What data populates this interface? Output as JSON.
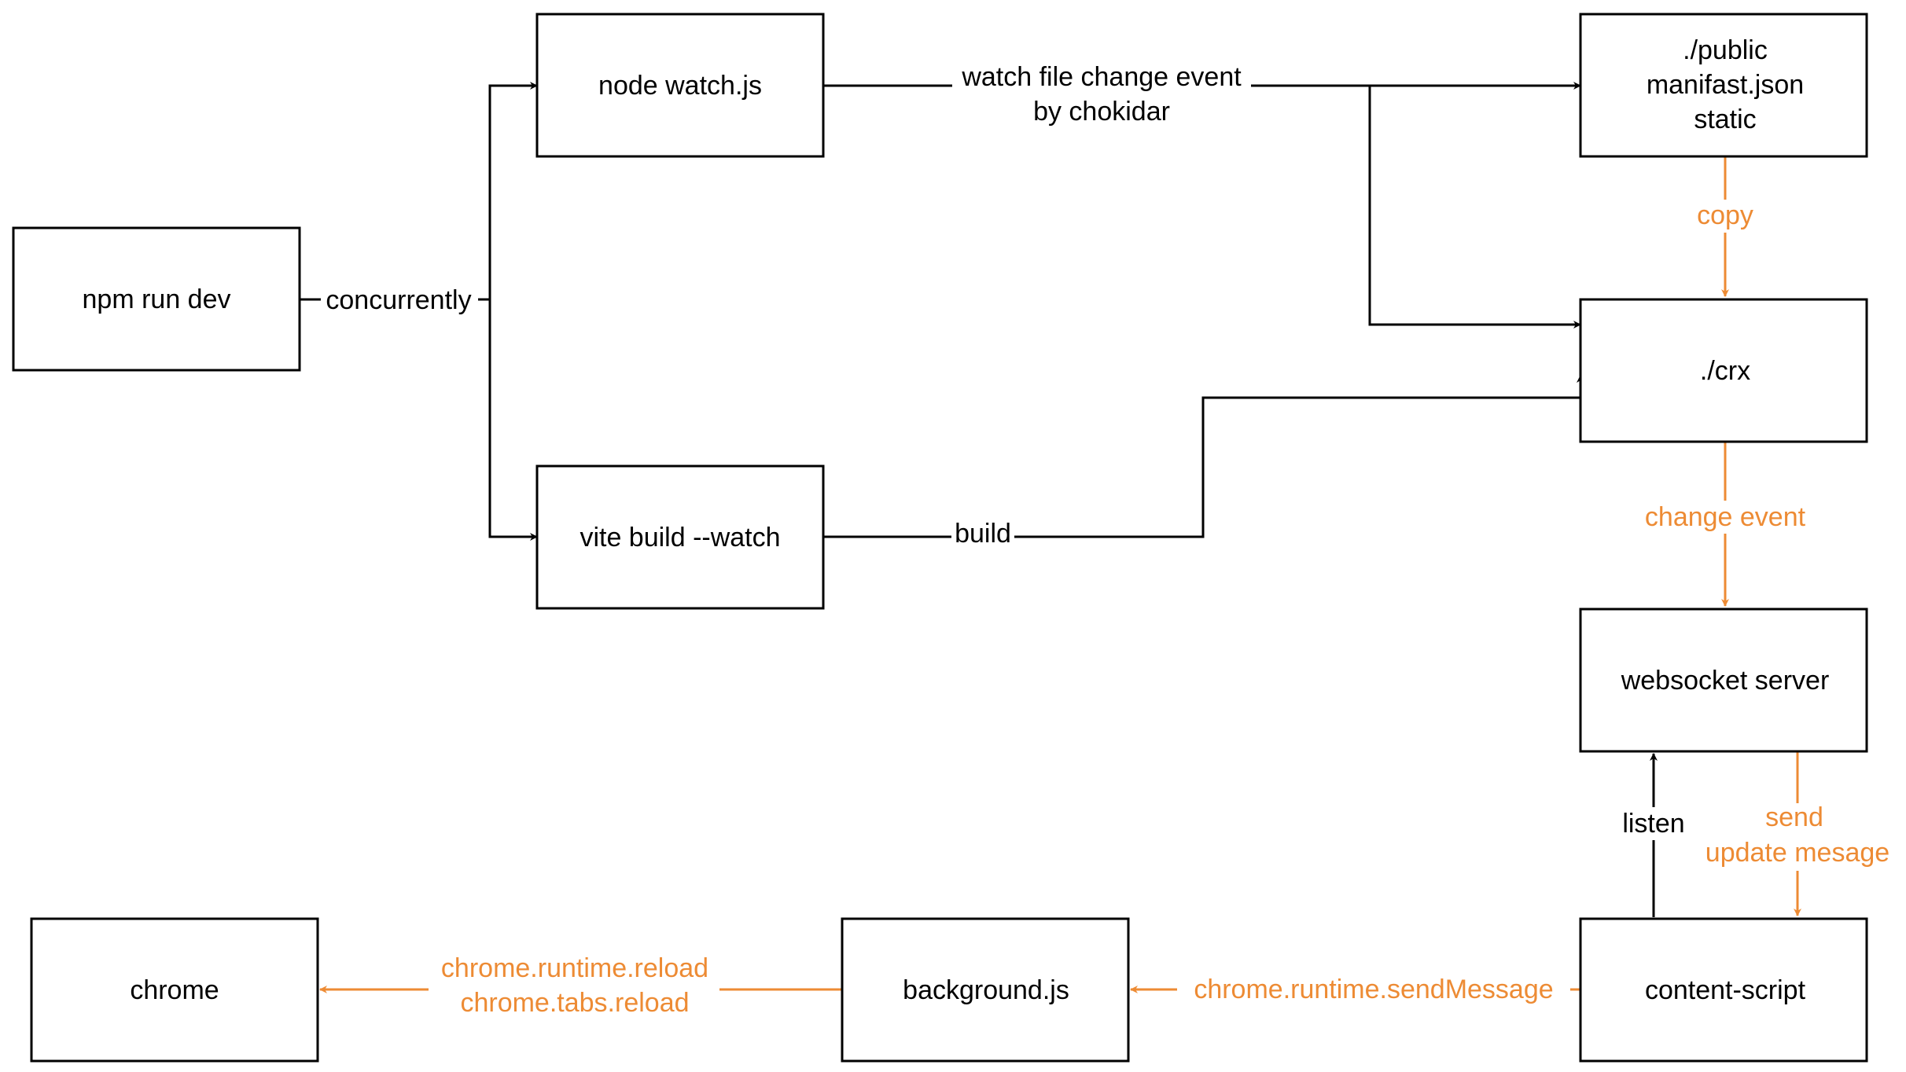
{
  "colors": {
    "stroke": "#000000",
    "accent": "#ED8B34",
    "background": "#ffffff"
  },
  "nodes": {
    "npm_run_dev": "npm run dev",
    "node_watch": "node watch.js",
    "vite_build": "vite build --watch",
    "public": [
      "./public",
      "manifast.json",
      "static"
    ],
    "crx": "./crx",
    "websocket_server": "websocket server",
    "content_script": "content-script",
    "background": "background.js",
    "chrome": "chrome"
  },
  "edges": {
    "concurrently": "concurrently",
    "watch_file_change": [
      "watch file change event",
      "by chokidar"
    ],
    "build": "build",
    "copy": "copy",
    "change_event": "change event",
    "send_update": [
      "send",
      "update mesage"
    ],
    "listen": "listen",
    "send_message": "chrome.runtime.sendMessage",
    "reload": [
      "chrome.runtime.reload",
      "chrome.tabs.reload"
    ]
  }
}
